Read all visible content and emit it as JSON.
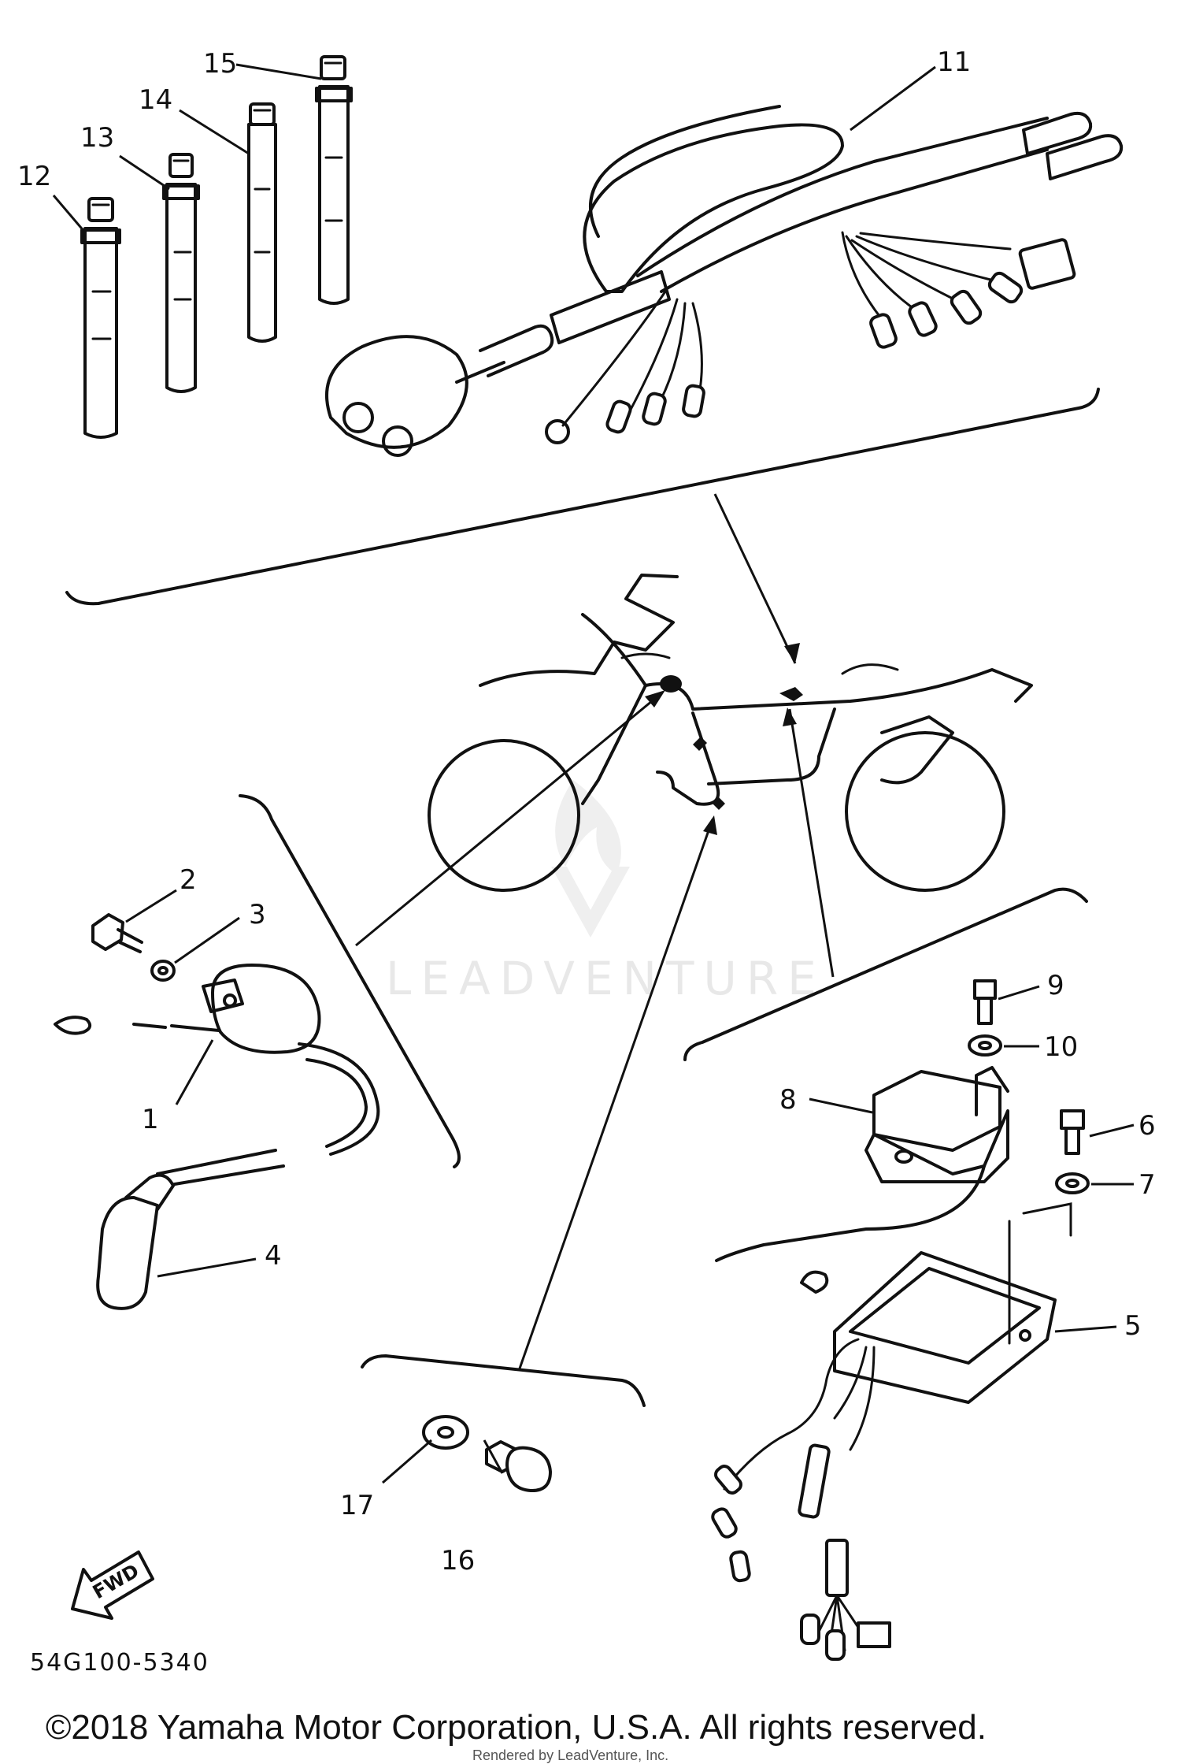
{
  "diagram": {
    "callouts": [
      {
        "id": "1",
        "label": "1"
      },
      {
        "id": "2",
        "label": "2"
      },
      {
        "id": "3",
        "label": "3"
      },
      {
        "id": "4",
        "label": "4"
      },
      {
        "id": "5",
        "label": "5"
      },
      {
        "id": "6",
        "label": "6"
      },
      {
        "id": "7",
        "label": "7"
      },
      {
        "id": "8",
        "label": "8"
      },
      {
        "id": "9",
        "label": "9"
      },
      {
        "id": "10",
        "label": "10"
      },
      {
        "id": "11",
        "label": "11"
      },
      {
        "id": "12",
        "label": "12"
      },
      {
        "id": "13",
        "label": "13"
      },
      {
        "id": "14",
        "label": "14"
      },
      {
        "id": "15",
        "label": "15"
      },
      {
        "id": "16",
        "label": "16"
      },
      {
        "id": "17",
        "label": "17"
      }
    ],
    "forward_label": "FWD",
    "diagram_code": "54G100-5340"
  },
  "watermark": "LEADVENTURE",
  "footer": {
    "copyright": "©2018 Yamaha Motor Corporation, U.S.A. All rights reserved.",
    "rendered_by": "Rendered by LeadVenture, Inc."
  }
}
